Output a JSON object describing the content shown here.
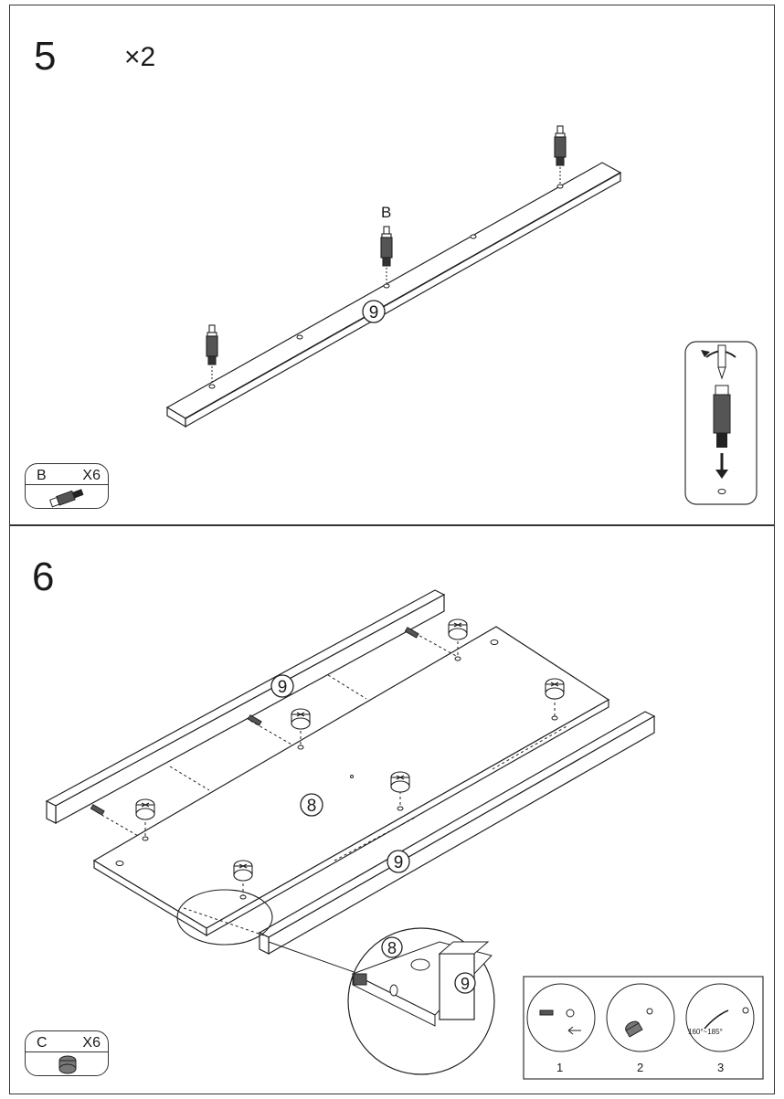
{
  "step5": {
    "number": "5",
    "quantity": "×2",
    "part_label_B": "B",
    "board_label": "9",
    "part_box": {
      "label": "B",
      "count": "X6"
    }
  },
  "step6": {
    "number": "6",
    "part_label_C": "C",
    "board_main": "8",
    "board_side_top": "9",
    "board_side_bottom": "9",
    "detail_board_main": "8",
    "detail_board_side": "9",
    "part_box": {
      "label": "C",
      "count": "X6"
    },
    "inset": {
      "captions": [
        "1",
        "2",
        "3"
      ],
      "angle_text": "160°~185°"
    }
  }
}
